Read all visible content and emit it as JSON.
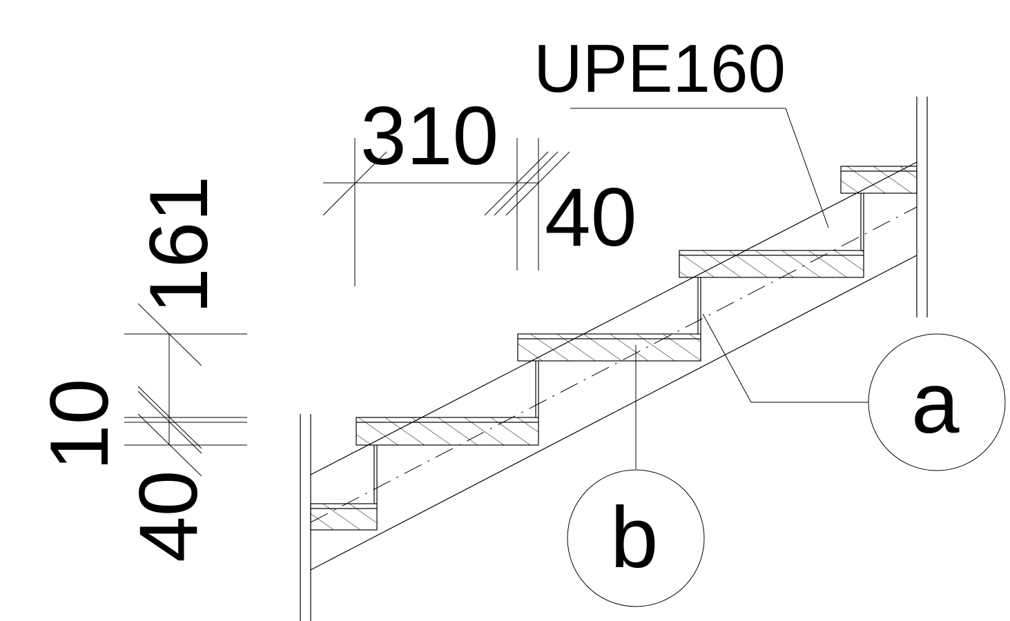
{
  "labels": {
    "profile": "UPE160",
    "tread_depth": "310",
    "nosing": "40",
    "riser_height": "161",
    "gap": "10",
    "tread_thickness": "40"
  },
  "callouts": {
    "a": "a",
    "b": "b"
  },
  "colors": {
    "line": "#000000",
    "background": "#ffffff"
  }
}
